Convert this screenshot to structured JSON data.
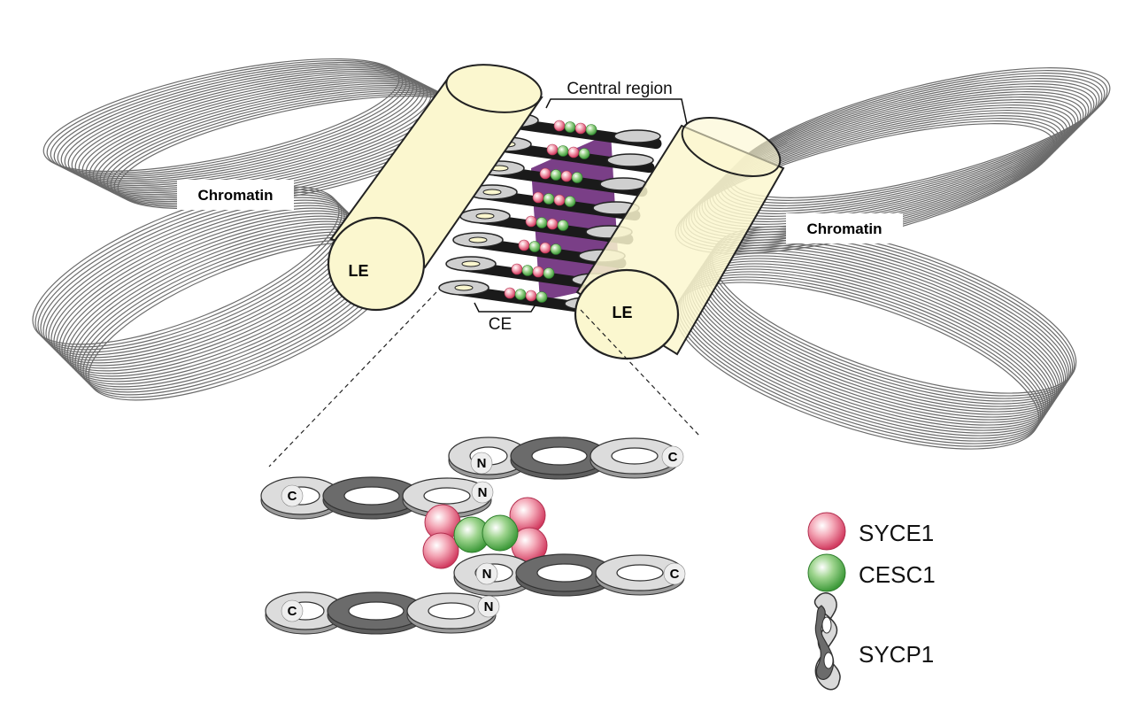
{
  "labels": {
    "chromatin_left": "Chromatin",
    "chromatin_right": "Chromatin",
    "le_left": "LE",
    "le_right": "LE",
    "central_region": "Central region",
    "ce": "CE",
    "n_terminus": "N",
    "c_terminus": "C"
  },
  "legend": {
    "items": [
      {
        "label": "SYCE1",
        "icon": "pink-sphere-icon"
      },
      {
        "label": "CESC1",
        "icon": "green-sphere-icon"
      },
      {
        "label": "SYCP1",
        "icon": "sycp1-dimer-icon"
      }
    ]
  },
  "colors": {
    "lateral_element_fill": "#fbf7cf",
    "syce1": "#d94a6c",
    "cesc1": "#4da84a",
    "sycp1_light": "#d7d7d7",
    "sycp1_dark": "#6b6b6b",
    "chromatin_line": "#666666",
    "central_purple": "#6b2a7a"
  }
}
